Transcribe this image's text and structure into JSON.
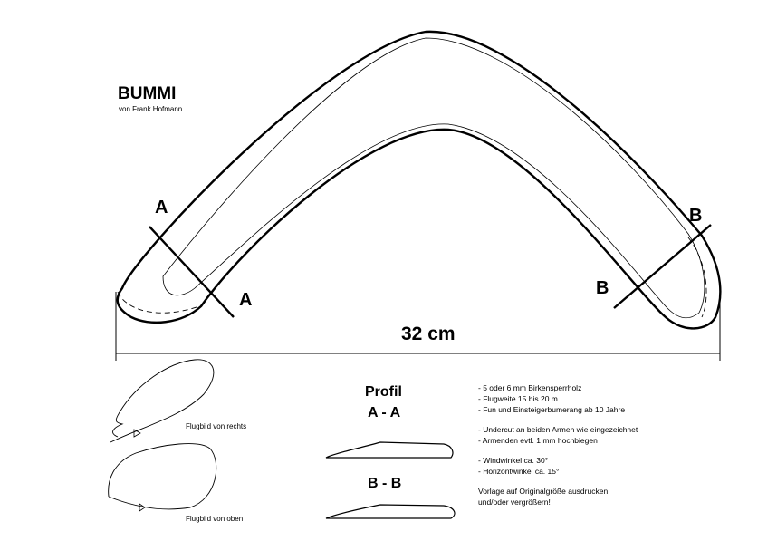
{
  "title": "BUMMI",
  "author": "von Frank Hofmann",
  "section_labels": {
    "a_top": "A",
    "a_bottom": "A",
    "b_top": "B",
    "b_bottom": "B"
  },
  "dimension": "32 cm",
  "flight_paths": {
    "right": "Flugbild von rechts",
    "top": "Flugbild von oben"
  },
  "profile": {
    "heading": "Profil",
    "aa": "A - A",
    "bb": "B - B"
  },
  "notes": {
    "group1": [
      "- 5 oder 6 mm Birkensperrholz",
      "- Flugweite 15 bis 20 m",
      "- Fun und Einsteigerbumerang ab 10 Jahre"
    ],
    "group2": [
      "- Undercut an beiden Armen wie eingezeichnet",
      "- Armenden evtl. 1 mm hochbiegen"
    ],
    "group3": [
      "- Windwinkel ca. 30°",
      "- Horizontwinkel ca. 15°"
    ],
    "group4": [
      "Vorlage auf Originalgröße  ausdrucken",
      "und/oder vergrößern!"
    ]
  }
}
